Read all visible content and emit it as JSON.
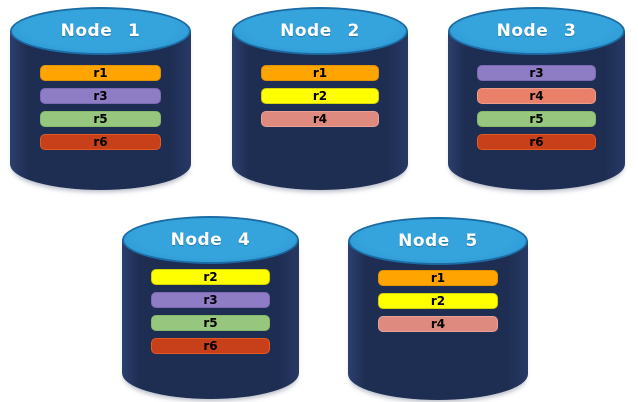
{
  "colors": {
    "background": "#FFFFFF",
    "cylinder_body": "#1E2D52",
    "cylinder_top": "#2E9BD5",
    "cylinder_top_border": "#1B6BA5",
    "label_text": "#FFFFFF",
    "bar_text": "#000000"
  },
  "nodes": [
    {
      "label": "Node 1",
      "replicas": [
        {
          "label": "r1",
          "fill": "#FFA400",
          "border": "#E39300"
        },
        {
          "label": "r3",
          "fill": "#8E7CC4",
          "border": "#7B69B3"
        },
        {
          "label": "r5",
          "fill": "#97C77F",
          "border": "#85B96C"
        },
        {
          "label": "r6",
          "fill": "#C7401A",
          "border": "#E25A20"
        }
      ]
    },
    {
      "label": "Node 2",
      "replicas": [
        {
          "label": "r1",
          "fill": "#FFA400",
          "border": "#E39300"
        },
        {
          "label": "r2",
          "fill": "#FFFF00",
          "border": "#D6D200"
        },
        {
          "label": "r4",
          "fill": "#DE8A7E",
          "border": "#EAA095"
        }
      ]
    },
    {
      "label": "Node 3",
      "replicas": [
        {
          "label": "r3",
          "fill": "#8E7CC4",
          "border": "#7B69B3"
        },
        {
          "label": "r4",
          "fill": "#E8806A",
          "border": "#EF9B86"
        },
        {
          "label": "r5",
          "fill": "#97C77F",
          "border": "#85B96C"
        },
        {
          "label": "r6",
          "fill": "#C7401A",
          "border": "#E25A20"
        }
      ]
    },
    {
      "label": "Node 4",
      "replicas": [
        {
          "label": "r2",
          "fill": "#FFFF00",
          "border": "#D6D200"
        },
        {
          "label": "r3",
          "fill": "#8E7CC4",
          "border": "#7B69B3"
        },
        {
          "label": "r5",
          "fill": "#97C77F",
          "border": "#85B96C"
        },
        {
          "label": "r6",
          "fill": "#C7401A",
          "border": "#E25A20"
        }
      ]
    },
    {
      "label": "Node 5",
      "replicas": [
        {
          "label": "r1",
          "fill": "#FFA400",
          "border": "#E39300"
        },
        {
          "label": "r2",
          "fill": "#FFFF00",
          "border": "#D6D200"
        },
        {
          "label": "r4",
          "fill": "#DE8A7E",
          "border": "#EAA095"
        }
      ]
    }
  ]
}
